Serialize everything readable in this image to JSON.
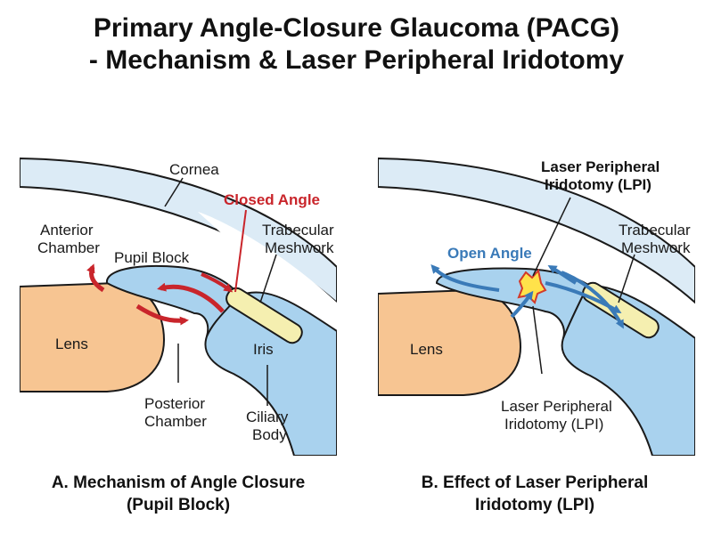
{
  "title": {
    "line1": "Primary Angle-Closure Glaucoma (PACG)",
    "line2": "- Mechanism & Laser Peripheral Iridotomy"
  },
  "panel_a": {
    "labels": {
      "cornea": "Cornea",
      "closed_angle": "Closed Angle",
      "anterior_chamber_1": "Anterior",
      "anterior_chamber_2": "Chamber",
      "pupil_block": "Pupil Block",
      "trabecular_1": "Trabecular",
      "trabecular_2": "Meshwork",
      "lens": "Lens",
      "iris": "Iris",
      "posterior_1": "Posterior",
      "posterior_2": "Chamber",
      "ciliary_1": "Ciliary",
      "ciliary_2": "Body"
    },
    "caption_line1": "A. Mechanism of Angle Closure",
    "caption_line2": "(Pupil Block)"
  },
  "panel_b": {
    "labels": {
      "lpi_top_1": "Laser Peripheral",
      "lpi_top_2": "Iridotomy (LPI)",
      "open_angle": "Open Angle",
      "trabecular_1": "Trabecular",
      "trabecular_2": "Meshwork",
      "lens": "Lens",
      "lpi_bottom_1": "Laser Peripheral",
      "lpi_bottom_2": "Iridotomy (LPI)"
    },
    "caption_line1": "B. Effect of Laser Peripheral",
    "caption_line2": "Iridotomy (LPI)"
  },
  "colors": {
    "cornea_fill": "#dcebf6",
    "iris_fill": "#a9d2ee",
    "lens_fill": "#f7c592",
    "meshwork_fill": "#f5efb0",
    "closed_red": "#c9252b",
    "open_blue": "#3a7ab8",
    "laser_yellow": "#ffe24a"
  }
}
